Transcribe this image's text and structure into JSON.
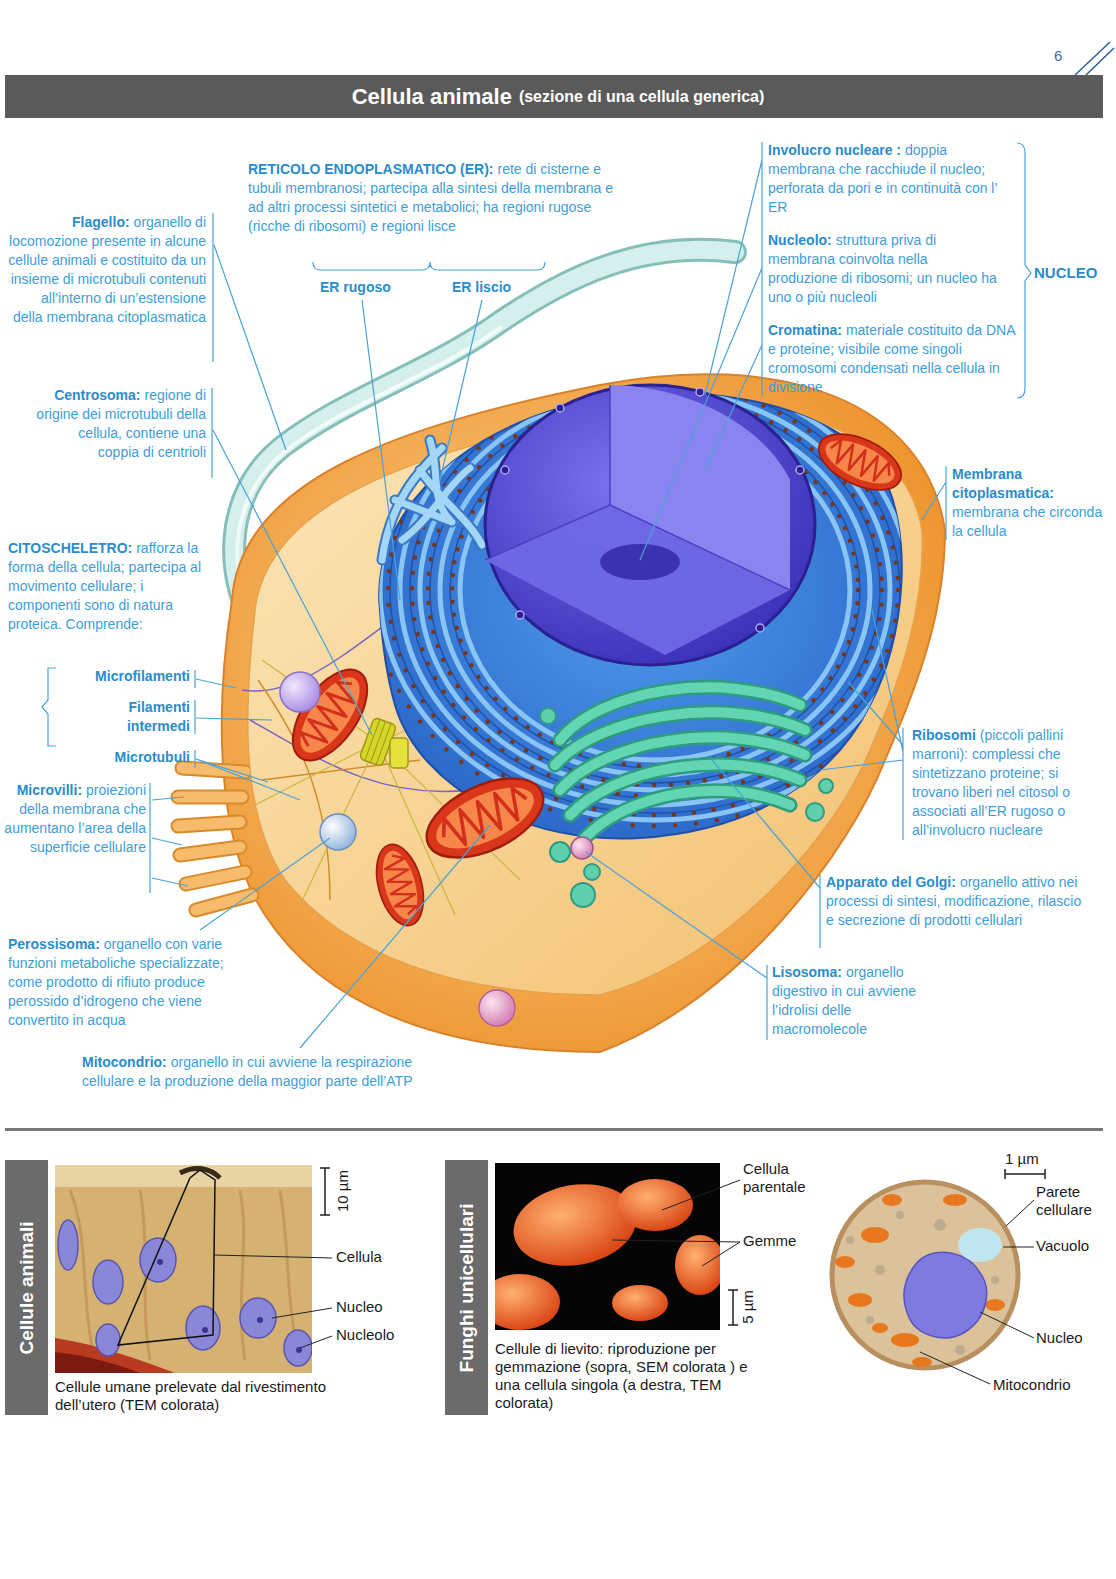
{
  "diagram": {
    "title": "Cellula animale",
    "nodes": [
      {
        "text": [
          "Cellule animali"
        ]
      },
      {
        "text": [
          "Funghi unicellulari"
        ]
      }
    ],
    "labels": [
      "6",
      "(sezione di una cellula generica)",
      "RETICOLO ENDOPLASMATICO (ER):",
      "rete di cisterne e tubuli membranosi; partecipa alla sintesi della membrana e ad altri processi sintetici e metabolici; ha regioni rugose (ricche di ribosomi) e regioni lisce",
      "ER rugoso",
      "ER liscio",
      "Involucro nucleare :",
      "doppia membrana che racchiude il nucleo; perforata da pori e in continuità con l’ ER",
      "Nucleolo:",
      "struttura priva di membrana coinvolta nella produzione di ribosomi; un nucleo ha uno o più nucleoli",
      "Cromatina:",
      "materiale costituito da DNA e proteine; visibile come singoli cromosomi condensati nella cellula in divisione",
      "NUCLEO",
      "Flagello:",
      "organello di locomozione presente in alcune cellule animali e costituito da un insieme di microtubuli contenuti all’interno di un’estensione della membrana citoplasmatica",
      "Centrosoma:",
      "regione di origine dei microtubuli della cellula, contiene una coppia di centrioli",
      "Membrana citoplasmatica:",
      "membrana che circonda la cellula",
      "CITOSCHELETRO:",
      "rafforza la forma della cellula; partecipa al movimento cellulare; i componenti sono di natura proteica. Comprende:",
      "Microfilamenti",
      "Filamenti intermedi",
      "Microtubuli",
      "Ribosomi",
      "(piccoli pallini marroni): complessi che sintetizzano proteine; si trovano liberi nel citosol o associati all’ER rugoso o all’involucro nucleare",
      "Microvilli:",
      "proiezioni della membrana che aumentano l’area della superficie cellulare",
      "Apparato del Golgi:",
      "organello attivo nei processi di sintesi, modificazione, rilascio e secrezione di prodotti cellulari",
      "Perossisoma:",
      "organello con varie funzioni metaboliche specializzate; come prodotto di rifiuto produce perossido d’idrogeno che viene convertito in acqua",
      "Lisosoma:",
      "organello digestivo in cui avviene l’idrolisi delle macromolecole",
      "Mitocondrio:",
      "organello in cui avviene la respirazione cellulare e la produzione della maggior parte dell’ATP",
      "10 µm",
      "Cellula",
      "Nucleo",
      "Nucleolo",
      "Cellule umane prelevate dal rivestimento dell’utero (TEM colorata)",
      "Cellula parentale",
      "Gemme",
      "5 µm",
      "Cellule di lievito: riproduzione per gemmazione (sopra, SEM colorata ) e una cellula singola (a destra, TEM colorata)",
      "1 µm",
      "Parete cellulare",
      "Vacuolo",
      "Nucleo",
      "Mitocondrio"
    ]
  }
}
